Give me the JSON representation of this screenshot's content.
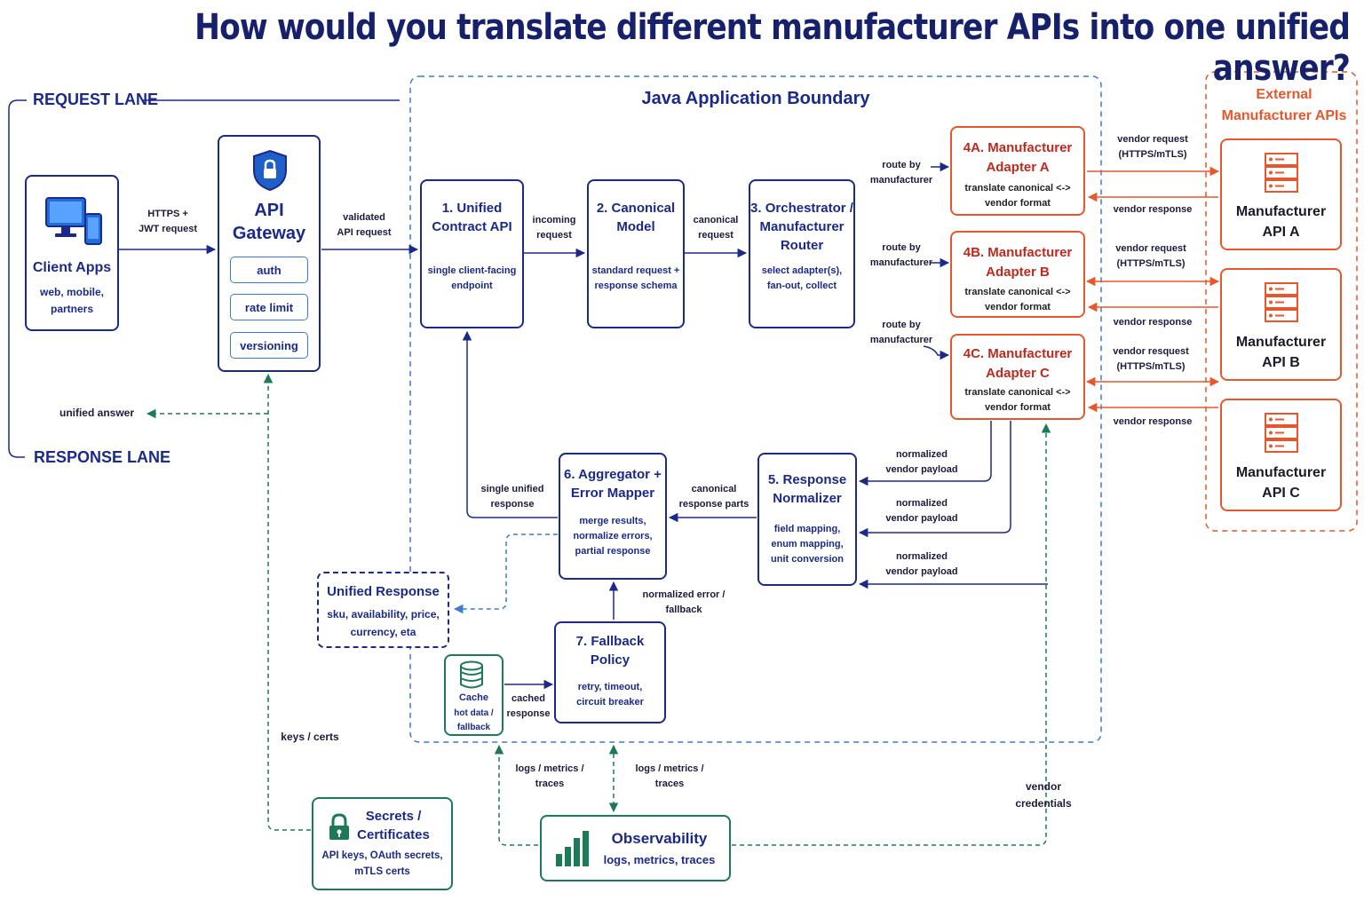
{
  "title": "How would you translate different manufacturer APIs into one unified answer?",
  "lanes": {
    "request": "REQUEST LANE",
    "response": "RESPONSE LANE"
  },
  "boundary": {
    "java": "Java Application Boundary",
    "external_line1": "External",
    "external_line2": "Manufacturer APIs"
  },
  "client": {
    "title": "Client Apps",
    "sub1": "web, mobile,",
    "sub2": "partners"
  },
  "gateway": {
    "title1": "API",
    "title2": "Gateway",
    "pills": [
      "auth",
      "rate limit",
      "versioning"
    ]
  },
  "nodes": {
    "unified_contract": {
      "title1": "1. Unified",
      "title2": "Contract API",
      "sub1": "single client-facing",
      "sub2": "endpoint"
    },
    "canonical_model": {
      "title1": "2. Canonical",
      "title2": "Model",
      "sub1": "standard request +",
      "sub2": "response schema"
    },
    "orchestrator": {
      "title1": "3. Orchestrator /",
      "title2": "Manufacturer",
      "title3": "Router",
      "sub1": "select adapter(s),",
      "sub2": "fan-out, collect"
    },
    "adapter_a": {
      "title1": "4A. Manufacturer",
      "title2": "Adapter A",
      "sub1": "translate canonical <->",
      "sub2": "vendor format"
    },
    "adapter_b": {
      "title1": "4B. Manufacturer",
      "title2": "Adapter B",
      "sub1": "translate canonical <->",
      "sub2": "vendor format"
    },
    "adapter_c": {
      "title1": "4C. Manufacturer",
      "title2": "Adapter C",
      "sub1": "translate canonical <->",
      "sub2": "vendor format"
    },
    "normalizer": {
      "title1": "5. Response",
      "title2": "Normalizer",
      "sub1": "field mapping,",
      "sub2": "enum mapping,",
      "sub3": "unit conversion"
    },
    "aggregator": {
      "title1": "6. Aggregator +",
      "title2": "Error Mapper",
      "sub1": "merge results,",
      "sub2": "normalize errors,",
      "sub3": "partial response"
    },
    "fallback": {
      "title1": "7. Fallback",
      "title2": "Policy",
      "sub1": "retry, timeout,",
      "sub2": "circuit breaker"
    },
    "unified_response": {
      "title": "Unified Response",
      "sub1": "sku, availability, price,",
      "sub2": "currency, eta"
    },
    "cache": {
      "title": "Cache",
      "sub1": "hot data /",
      "sub2": "fallback"
    },
    "secrets": {
      "title1": "Secrets /",
      "title2": "Certificates",
      "sub1": "API keys, OAuth secrets,",
      "sub2": "mTLS certs"
    },
    "observability": {
      "title": "Observability",
      "sub": "logs, metrics, traces"
    }
  },
  "manufacturers": [
    {
      "line1": "Manufacturer",
      "line2": "API A"
    },
    {
      "line1": "Manufacturer",
      "line2": "API B"
    },
    {
      "line1": "Manufacturer",
      "line2": "API C"
    }
  ],
  "edge_labels": {
    "https1": "HTTPS +",
    "https2": "JWT request",
    "validated1": "validated",
    "validated2": "API request",
    "incoming1": "incoming",
    "incoming2": "request",
    "canonical1": "canonical",
    "canonical2": "request",
    "route1": "route by",
    "route2": "manufacturer",
    "vreq_a1": "vendor request",
    "vreq_a2": "(HTTPS/mTLS)",
    "vres_a": "vendor response",
    "vreq_b1": "vendor request",
    "vreq_b2": "(HTTPS/mTLS)",
    "vres_b": "vendor response",
    "vreq_c1": "vendor resquest",
    "vreq_c2": "(HTTPS/mTLS)",
    "vres_c": "vendor response",
    "norm1": "normalized",
    "norm2": "vendor payload",
    "parts1": "canonical",
    "parts2": "response parts",
    "single1": "single unified",
    "single2": "response",
    "unified_answer": "unified answer",
    "normerr1": "normalized error /",
    "normerr2": "fallback",
    "cached1": "cached",
    "cached2": "response",
    "keys": "keys / certs",
    "logs1": "logs / metrics /",
    "logs2": "traces",
    "vcred1": "vendor",
    "vcred2": "credentials"
  },
  "colors": {
    "navy": "#1b2a8a",
    "orange": "#e8572c",
    "green": "#1c7a56",
    "blue_dash": "#3a7bd5",
    "red_text": "#c0291e"
  }
}
